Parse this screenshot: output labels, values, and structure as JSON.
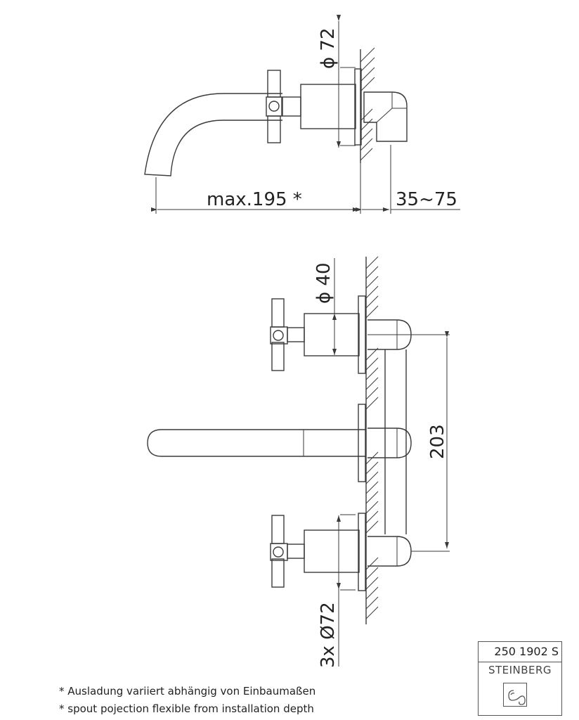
{
  "drawing": {
    "top_view": {
      "diameter_label": "ϕ 72",
      "projection_label": "max.195 *",
      "depth_label": "35~75"
    },
    "front_view": {
      "diameter_label": "ϕ 40",
      "spacing_label": "203",
      "handle_diameter_label": "3x Ø72"
    }
  },
  "notes": [
    "* Ausladung variiert abhängig von Einbaumaßen",
    "* spout pojection flexible from installation depth"
  ],
  "title_block": {
    "product_code": "250 1902 S",
    "brand": "STEINBERG",
    "logo_icon": "steinberg-logo-icon"
  },
  "colors": {
    "line": "#3a3a3a",
    "background": "#ffffff"
  }
}
